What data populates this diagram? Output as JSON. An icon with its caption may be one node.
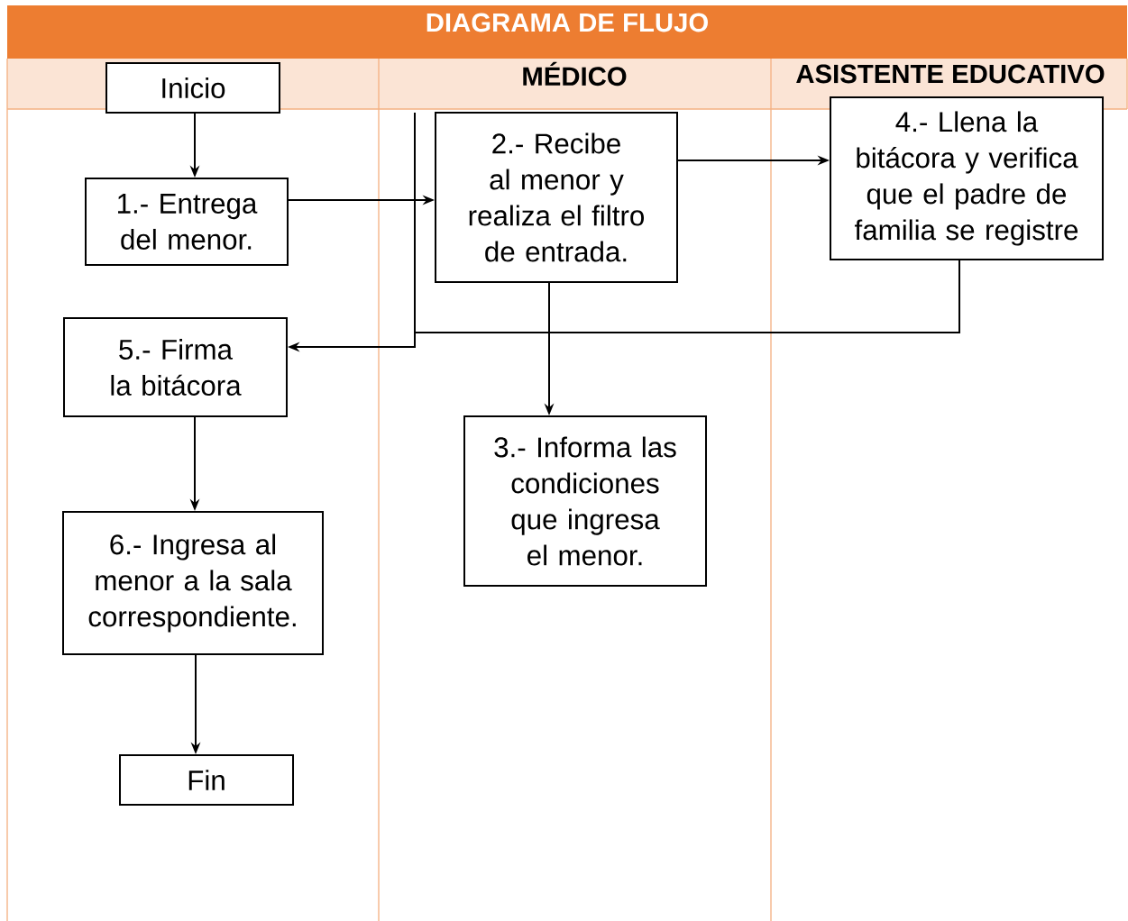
{
  "diagram": {
    "title": "DIAGRAMA DE FLUJO",
    "nodes": [
      {
        "text": [
          "Inicio"
        ]
      },
      {
        "text": [
          "1.- Entrega del menor."
        ]
      },
      {
        "text": [
          "2.- Recibe al menor y realiza el filtro de entrada."
        ]
      },
      {
        "text": [
          "4.- Llena la bitácora y verifica que el padre de familia se registre"
        ]
      },
      {
        "text": [
          "5.- Firma la bitácora"
        ]
      },
      {
        "text": [
          "3.- Informa las condiciones que ingresa el menor."
        ]
      },
      {
        "text": [
          "6.- Ingresa al menor a la sala correspondiente."
        ]
      },
      {
        "text": [
          "Fin"
        ]
      }
    ],
    "edges": [
      {
        "from": 0,
        "to": 1,
        "arrow": "to"
      },
      {
        "from": 1,
        "to": 2,
        "arrow": "to"
      },
      {
        "from": 2,
        "to": 3,
        "arrow": "to"
      },
      {
        "from": 3,
        "to": 4,
        "arrow": "to"
      },
      {
        "from": 2,
        "to": 5,
        "arrow": "to"
      },
      {
        "from": 4,
        "to": 6,
        "arrow": "to"
      },
      {
        "from": 6,
        "to": 7,
        "arrow": "to"
      }
    ],
    "labels": [
      "MÉDICO",
      "ASISTENTE EDUCATIVO"
    ]
  }
}
